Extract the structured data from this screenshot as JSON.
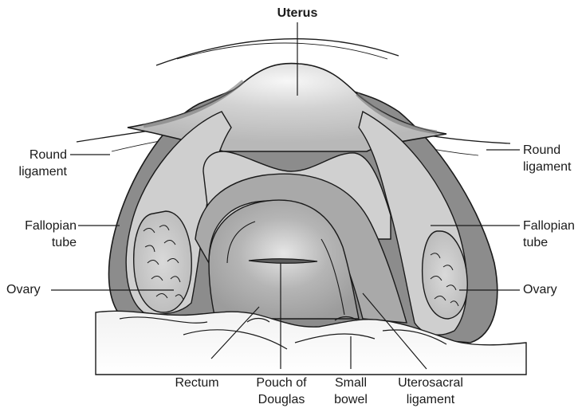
{
  "labels": {
    "uterus": "Uterus",
    "round_ligament_left": [
      "Round",
      "ligament"
    ],
    "round_ligament_right": [
      "Round",
      "ligament"
    ],
    "fallopian_tube_left": [
      "Fallopian",
      "tube"
    ],
    "fallopian_tube_right": [
      "Fallopian",
      "tube"
    ],
    "ovary_left": "Ovary",
    "ovary_right": "Ovary",
    "rectum": "Rectum",
    "pouch_of_douglas": [
      "Pouch of",
      "Douglas"
    ],
    "small_bowel": [
      "Small",
      "bowel"
    ],
    "uterosacral_ligament": [
      "Uterosacral",
      "ligament"
    ]
  },
  "colors": {
    "outline": "#1a1a1a",
    "dark_fill": "#8a8a8a",
    "mid_fill": "#bdbdbd",
    "light_fill": "#dcdcdc",
    "highlight": "#f4f4f4"
  }
}
